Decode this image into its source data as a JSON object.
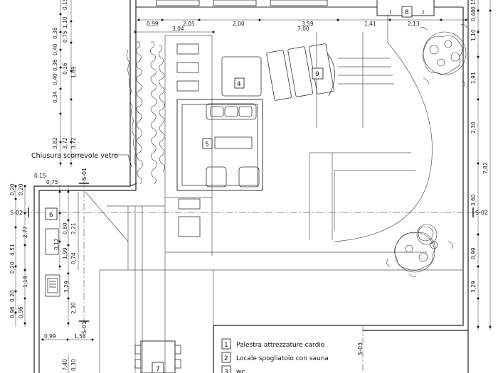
{
  "plan": {
    "top_dimensions": [
      "0,99",
      "2,05",
      "2,00",
      "3,59",
      "1,41",
      "2,13",
      "3,04",
      "7,00"
    ],
    "left_dimensions_upper": [
      "0,15",
      "1,10",
      "0,75",
      "0,36",
      "0,40",
      "0,38",
      "0,16",
      "0,34",
      "0,40",
      "1,89",
      "3,82",
      "3,72",
      "3,72"
    ],
    "left_dimensions_lower": [
      "0,15",
      "0,75",
      "0,20",
      "0,20",
      "2,77",
      "4,51",
      "0,20",
      "1,14",
      "0,20",
      "0,96",
      "0,96",
      "0,80",
      "2,21",
      "1,99",
      "0,74",
      "0,12",
      "3,29",
      "2,30",
      "0,99",
      "1,56",
      "7,40",
      "0,30"
    ],
    "right_dimensions": [
      "0,15",
      "0,48",
      "1,10",
      "1,91",
      "2,30",
      "3,60",
      "7,82",
      "0,99",
      "3,29"
    ],
    "room_tags": [
      "4",
      "5",
      "6",
      "7",
      "8",
      "9"
    ],
    "annotation": "Chiusura scorrevole vetro",
    "sections": {
      "s01": "S-01",
      "s02": "S-02",
      "s03": "S-03"
    },
    "legend": [
      {
        "num": "1",
        "label": "Palestra attrezzature cardio"
      },
      {
        "num": "2",
        "label": "Locale spogliatoio con sauna"
      },
      {
        "num": "3",
        "label": "wc"
      }
    ]
  }
}
